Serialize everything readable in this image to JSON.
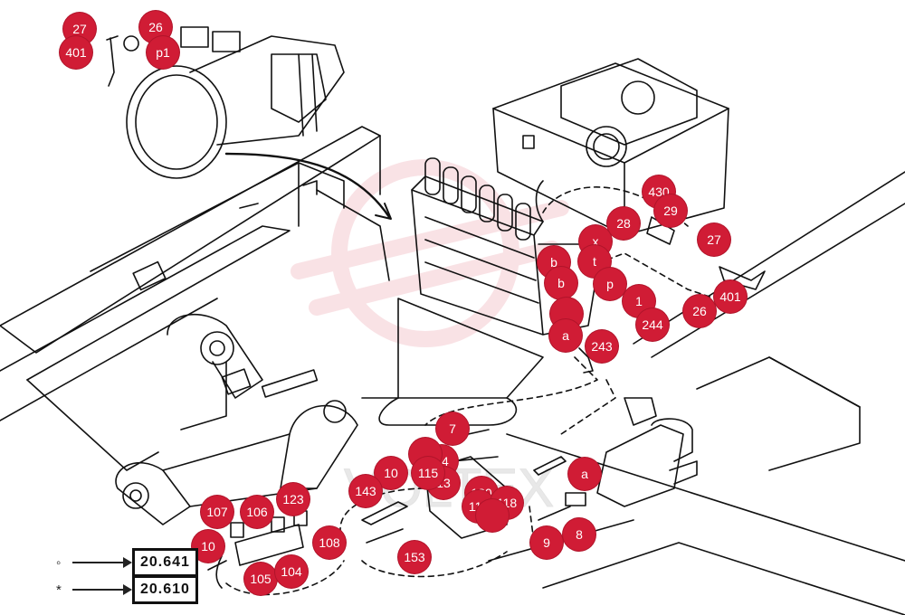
{
  "legend": [
    {
      "symbol": "◦",
      "ref": "20.641"
    },
    {
      "symbol": "*",
      "ref": "20.610"
    }
  ],
  "callouts": {
    "c27a": "27",
    "c26a": "26",
    "c401a": "401",
    "p1": "p1",
    "c430": "430",
    "c29": "29",
    "c28": "28",
    "c27b": "27",
    "x": "x",
    "b1": "b",
    "b2": "b",
    "t": "t",
    "p": "p",
    "c1": "1",
    "c401b": "401",
    "c26b": "26",
    "c244": "244",
    "a1": "a",
    "c243": "243",
    "c7": "7",
    "c14": "14",
    "c13": "13",
    "c10a": "10",
    "c115": "115",
    "c143": "143",
    "c120": "120",
    "c119": "119",
    "c118": "118",
    "a2": "a",
    "c107": "107",
    "c106": "106",
    "c123": "123",
    "c108": "108",
    "c10b": "10",
    "c105": "105",
    "c104": "104",
    "c153": "153",
    "c9": "9",
    "c8": "8"
  }
}
